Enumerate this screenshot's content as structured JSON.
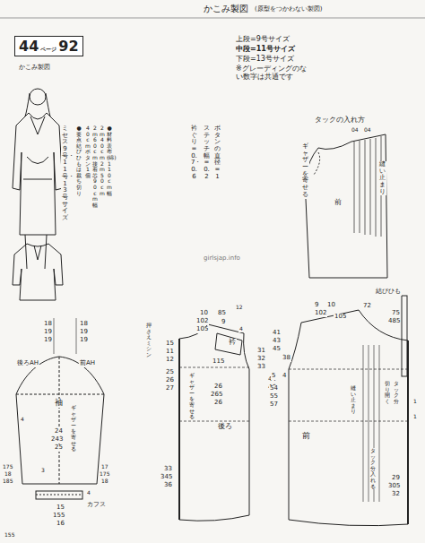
{
  "diagram": {
    "title": "かこみ製図",
    "nodes": [
      {
        "text": [
          "44",
          "ページ",
          "92"
        ]
      }
    ],
    "labels": [
      "(原型をつかわない製図)",
      "かこみ製図",
      "ミセス9号・11号・13号サイズ",
      "●材料　表布(綿)110cm幅",
      "2m40cm・2m50cm・",
      "2m60cm 接着芯90cm幅",
      "40cm ボタン1個",
      "●要点 結びひもは裁ち切り",
      "上段=9号サイズ",
      "中段=11号サイズ",
      "下段=13号サイズ",
      "※グレーディングのない数字は共通です",
      "ボタンの直径=1",
      "ステッチ幅=0.2",
      "衿ぐり=0.7・0.6",
      "タックの入れ方",
      "ギャザーを寄せる",
      "04",
      "04",
      "前",
      "縫い止まり",
      "18",
      "19",
      "19",
      "18",
      "19",
      "19",
      "後ろAH",
      "前AH",
      "袖",
      "24",
      "243",
      "25",
      "ギャザーを寄せる",
      "4",
      "175",
      "18",
      "185",
      "17",
      "175",
      "18",
      "3",
      "4",
      "カフス",
      "15",
      "155",
      "16",
      "10",
      "102",
      "105",
      "9",
      "85",
      "押さえミシン",
      "15",
      "11",
      "12",
      "衿",
      "25",
      "26",
      "27",
      "ギャザーを寄せる",
      "115",
      "26",
      "265",
      "26",
      "後ろ",
      "33",
      "345",
      "36",
      "12",
      "4",
      "31",
      "32",
      "33",
      "44",
      "46",
      "9",
      "10",
      "102",
      "105",
      "72",
      "結びひも",
      "75",
      "485",
      "41",
      "43",
      "45",
      "38",
      "5",
      "4",
      "54",
      "55",
      "57",
      "前",
      "縫い止まり",
      "切り開く",
      "タック分",
      "29",
      "305",
      "32",
      "タック分入れる",
      "1",
      "1",
      "girlsjap.info",
      "155"
    ]
  }
}
